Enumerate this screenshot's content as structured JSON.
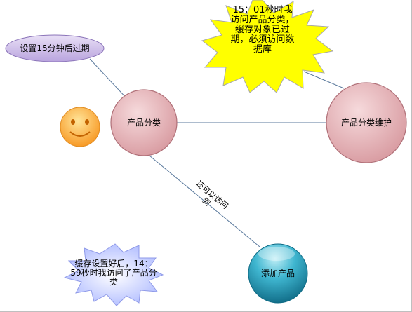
{
  "nodes": {
    "product_category": "产品分类",
    "category_maintenance": "产品分类维护",
    "add_product": "添加产品"
  },
  "callouts": {
    "cache_set": "设置15分钟后过期",
    "expired_note": "15：01秒时我访问产品分类，缓存对象已过期，必须访问数据库",
    "cache_ok_note": "缓存设置好后，14：59秒时我访问了产品分类"
  },
  "edge_labels": {
    "still_accessible": "还可以访问到"
  },
  "colors": {
    "line": "#5b7a9d",
    "pink_node": "#e8b4b8",
    "pink_border": "#b07078",
    "teal_node": "#2aa5c0",
    "yellow_burst": "#ffff00",
    "blue_burst": "#ccd4ff",
    "purple_ellipse": "#c9b7e6",
    "smiley": "#ffb24a"
  },
  "icons": {
    "smiley": "smiley-face-icon"
  }
}
